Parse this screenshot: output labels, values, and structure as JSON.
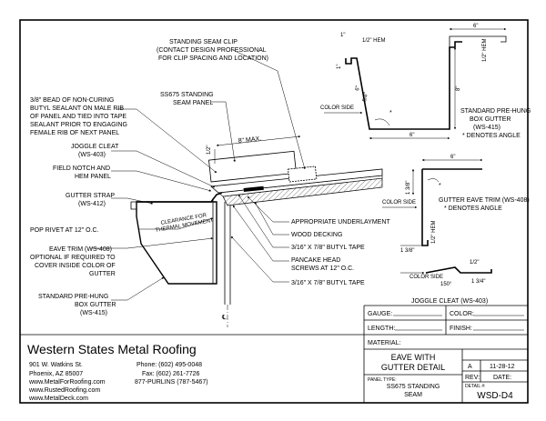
{
  "callouts": {
    "standing_seam_clip": [
      "STANDING SEAM CLIP",
      "(CONTACT DESIGN PROFESSIONAL",
      "FOR CLIP SPACING AND LOCATION)"
    ],
    "ss675_panel": [
      "SS675 STANDING",
      "SEAM PANEL"
    ],
    "butyl_sealant": [
      "3/8\" BEAD OF NON-CURING",
      "BUTYL SEALANT ON MALE RIB",
      "OF PANEL AND TIED INTO TAPE",
      "SEALANT PRIOR TO ENGAGING",
      "FEMALE RIB OF NEXT PANEL"
    ],
    "joggle_cleat": [
      "JOGGLE CLEAT",
      "(WS-403)"
    ],
    "field_notch": [
      "FIELD NOTCH AND",
      "HEM PANEL"
    ],
    "gutter_strap": [
      "GUTTER STRAP",
      "(WS-412)"
    ],
    "clearance": [
      "CLEARANCE FOR",
      "THERMAL MOVEMENT"
    ],
    "pop_rivet": "POP RIVET AT 12\" O.C.",
    "eave_trim": [
      "EAVE TRIM (WS-408)",
      "OPTIONAL IF REQUIRED TO",
      "COVER INSIDE COLOR OF",
      "GUTTER"
    ],
    "pre_hung_gutter": [
      "STANDARD PRE-HUNG",
      "BOX GUTTER",
      "(WS-415)"
    ],
    "underlayment": "APPROPRIATE UNDERLAYMENT",
    "wood_decking": "WOOD DECKING",
    "butyl_tape_1": "3/16\" X 7/8\" BUTYL TAPE",
    "pancake_screws": [
      "PANCAKE HEAD",
      "SCREWS AT 12\" O.C."
    ],
    "butyl_tape_2": "3/16\" X 7/8\" BUTYL TAPE",
    "dim_8_max": "8\" MAX.",
    "dim_half": "1/2\"",
    "centerline": "℄"
  },
  "profile_box_gutter": {
    "dims": [
      "1\"",
      "1/2\" HEM",
      "6\"",
      "1/2\" HEM",
      "1\"",
      "6\"",
      "5/8\"",
      "6\"",
      "8\""
    ],
    "color_side": "COLOR SIDE",
    "note": [
      "STANDARD PRE-HUNG",
      "BOX GUTTER",
      "(WS-415)",
      "* DENOTES ANGLE"
    ]
  },
  "profile_eave_trim": {
    "dims": [
      "6\"",
      "1 3/8\"",
      "1/2\" HEM"
    ],
    "note": [
      "GUTTER EAVE TRIM (WS-408)",
      "* DENOTES ANGLE"
    ],
    "color_side": "COLOR SIDE"
  },
  "profile_joggle_cleat": {
    "dims": [
      "1 3/8\"",
      "1/2\"",
      "1 3/4\"",
      "150°"
    ],
    "color_side": "COLOR SIDE",
    "label": "JOGGLE CLEAT (WS-403)"
  },
  "company": {
    "name": "Western States Metal Roofing",
    "address1": "901 W. Watkins St.",
    "address2": "Phoenix, AZ 85007",
    "phone": "Phone: (602) 495-0048",
    "fax": "Fax: (602) 261-7726",
    "tollfree": "877-PURLINS (787-5467)",
    "web1": "www.MetalForRoofing.com",
    "web2": "www.RustedRoofing.com",
    "web3": "www.MetalDeck.com"
  },
  "title_block": {
    "gauge_label": "GAUGE:",
    "color_label": "COLOR:",
    "length_label": "LENGTH:",
    "finish_label": "FINISH:",
    "material_label": "MATERIAL:",
    "title": [
      "EAVE WITH",
      "GUTTER DETAIL"
    ],
    "panel_type_label": "PANEL TYPE:",
    "panel_type": [
      "SS675 STANDING",
      "SEAM"
    ],
    "rev_value": "A",
    "date_value": "11-28-12",
    "rev_label": "REV:",
    "date_label": "DATE:",
    "detail_label": "DETAIL #:",
    "detail_value": "WSD-D4"
  }
}
